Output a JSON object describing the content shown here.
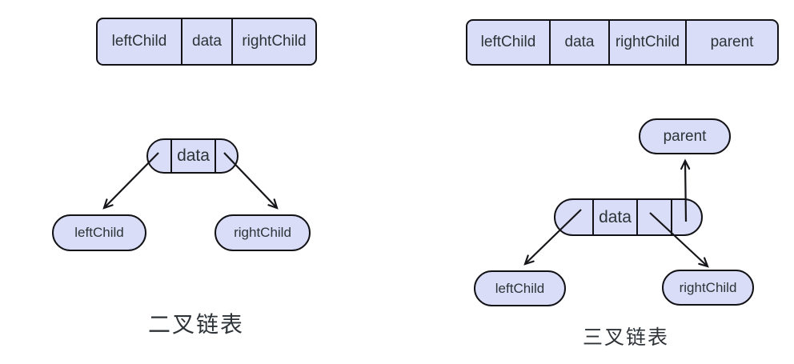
{
  "binary": {
    "record_cells": [
      "leftChild",
      "data",
      "rightChild"
    ],
    "node_data": "data",
    "left_child": "leftChild",
    "right_child": "rightChild",
    "caption": "二叉链表"
  },
  "ternary": {
    "record_cells": [
      "leftChild",
      "data",
      "rightChild",
      "parent"
    ],
    "node_data": "data",
    "parent": "parent",
    "left_child": "leftChild",
    "right_child": "rightChild",
    "caption": "三叉链表"
  },
  "colors": {
    "node_fill": "#d9ddf7",
    "node_border": "#121216",
    "text": "#2e3338",
    "arrow": "#16161a",
    "background": "#ffffff"
  }
}
